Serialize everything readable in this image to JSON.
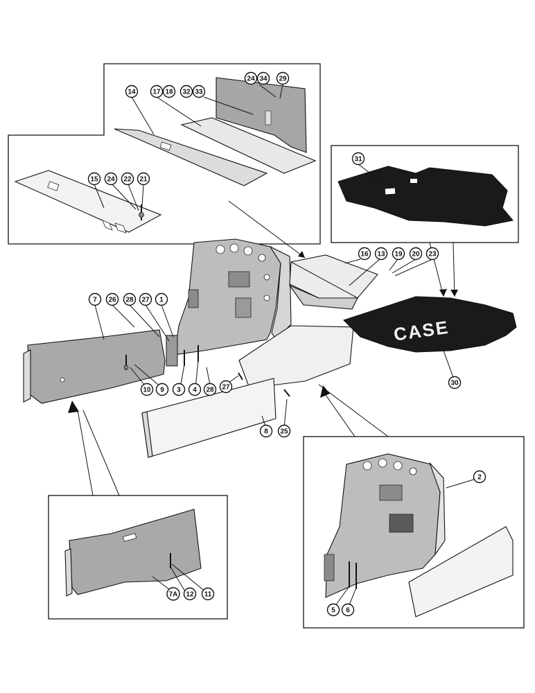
{
  "diagram": {
    "mat_lettering": "CASE",
    "callouts": {
      "c1": "1",
      "c2": "2",
      "c3": "3",
      "c4": "4",
      "c5": "5",
      "c6": "6",
      "c7": "7",
      "c7a": "7A",
      "c8": "8",
      "c9": "9",
      "c10": "10",
      "c11": "11",
      "c12": "12",
      "c13": "13",
      "c14": "14",
      "c15": "15",
      "c16": "16",
      "c17": "17",
      "c18": "18",
      "c19": "19",
      "c20": "20",
      "c21": "21",
      "c22": "22",
      "c23": "23",
      "c24a": "24",
      "c24b": "24",
      "c25": "25",
      "c26": "26",
      "c27a": "27",
      "c27b": "27",
      "c28a": "28",
      "c28b": "28",
      "c29": "29",
      "c30": "30",
      "c31": "31",
      "c32": "32",
      "c33": "33",
      "c34": "34"
    },
    "colors": {
      "ink": "#111111",
      "sheet_fill": "#b8b8b8",
      "sheet_light": "#e4e4e4",
      "mat_fill": "#1a1a1a"
    }
  }
}
